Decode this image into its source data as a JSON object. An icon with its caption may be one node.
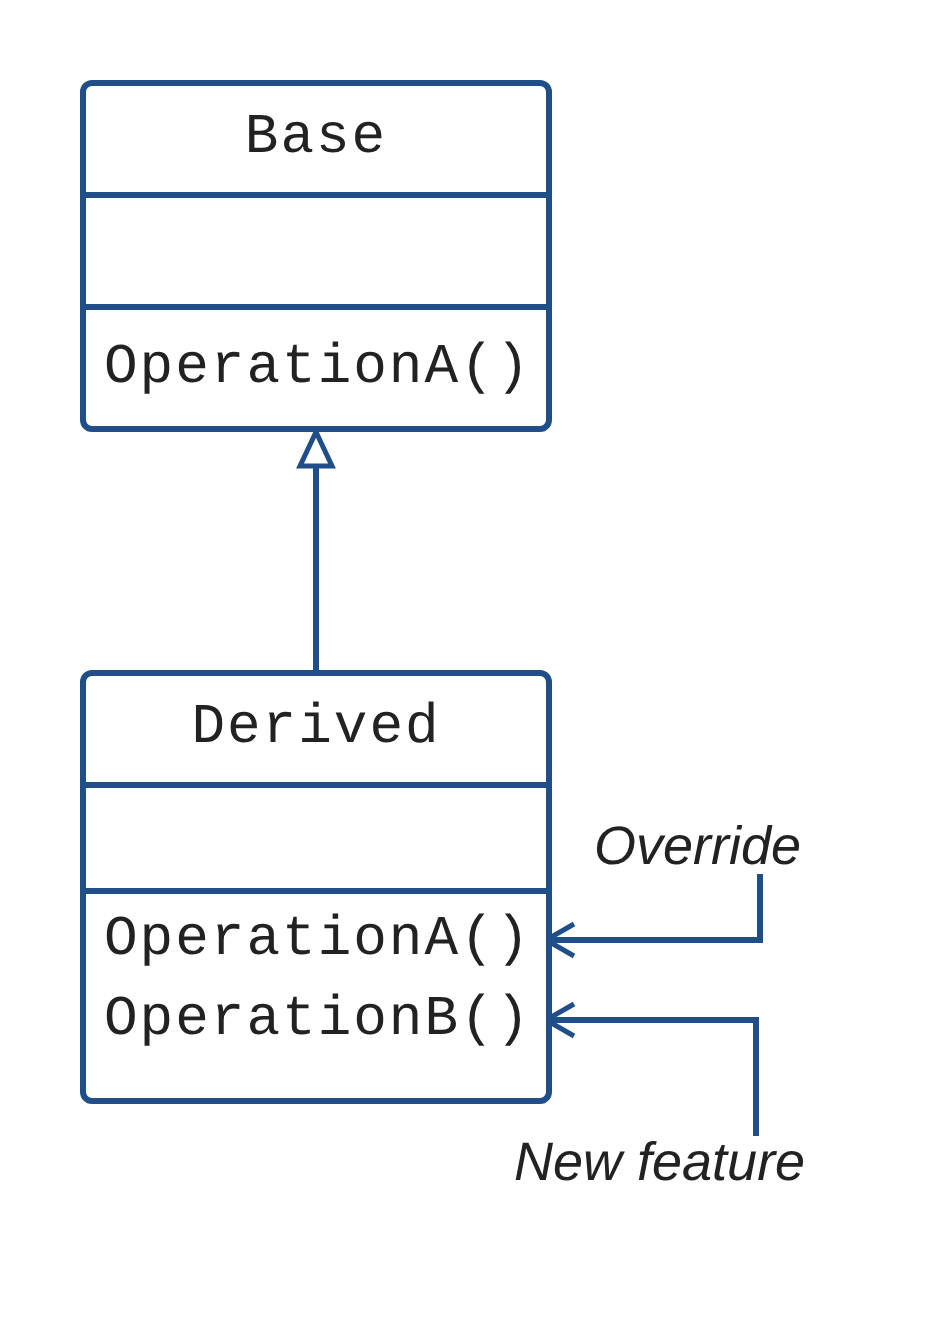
{
  "diagram": {
    "nodes": [
      {
        "text": [
          "Base"
        ]
      },
      {
        "text": [
          "OperationA()"
        ],
        "in": 0
      },
      {
        "text": [
          "Derived"
        ]
      },
      {
        "text": [
          "OperationA()"
        ],
        "in": 2
      },
      {
        "text": [
          "OperationB()"
        ],
        "in": 2
      },
      {
        "text": [
          "Override"
        ]
      },
      {
        "text": [
          "New feature"
        ]
      }
    ],
    "edges": [
      {
        "from": 2,
        "to": 0,
        "arrow": "to"
      },
      {
        "from": 5,
        "to": 3,
        "arrow": "to"
      },
      {
        "from": 6,
        "to": 4,
        "arrow": "to"
      }
    ]
  }
}
